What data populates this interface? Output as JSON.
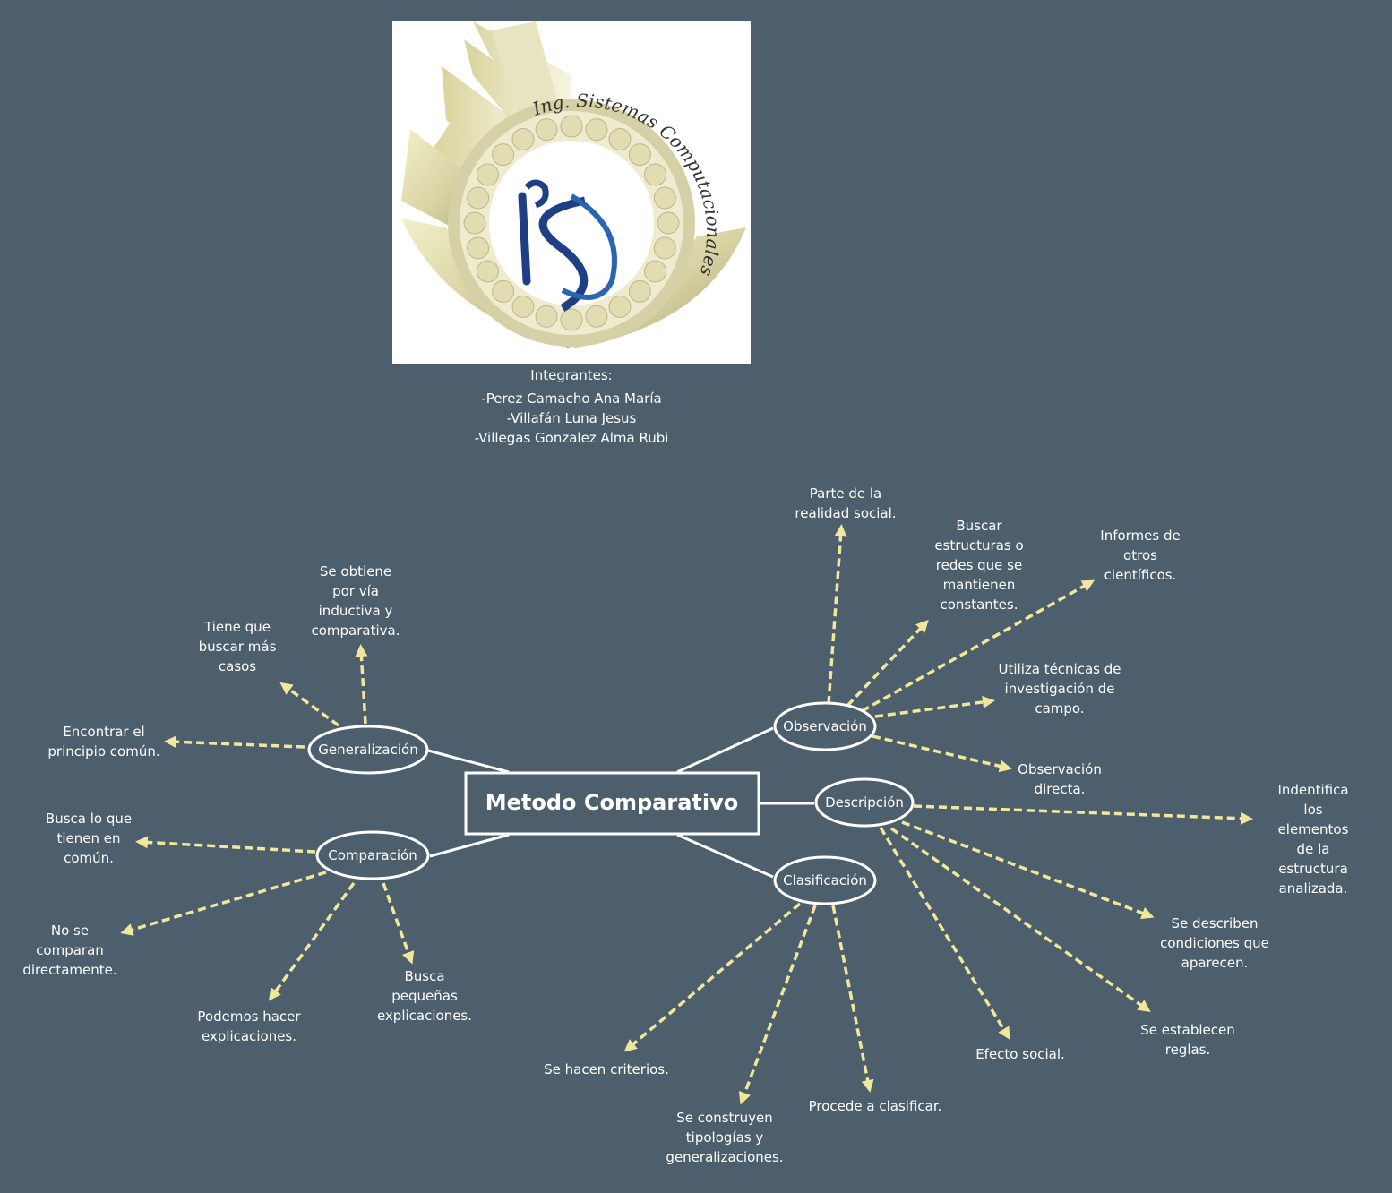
{
  "logo": {
    "text": "Ing. Sistemas Computacionales",
    "name": "isc-logo"
  },
  "credits": {
    "heading": "Integrantes:",
    "members": [
      "-Perez Camacho Ana María",
      "-Villafán Luna Jesus",
      "-Villegas Gonzalez Alma Rubi"
    ]
  },
  "colors": {
    "background": "#4d5e6c",
    "arrow": "#efe79a",
    "line": "#ffffff"
  },
  "root": {
    "label": "Metodo Comparativo"
  },
  "branches": [
    {
      "id": "generalizacion",
      "label": "Generalización",
      "leaves": [
        "Encontrar el\nprincipio común.",
        "Tiene que\nbuscar más\ncasos",
        "Se obtiene\npor vía\ninductiva y\ncomparativa."
      ]
    },
    {
      "id": "comparacion",
      "label": "Comparación",
      "leaves": [
        "Busca lo que\ntienen en\ncomún.",
        "No se\ncomparan\ndirectamente.",
        "Podemos hacer\nexplicaciones.",
        "Busca\npequeñas\nexplicaciones."
      ]
    },
    {
      "id": "observacion",
      "label": "Observación",
      "leaves": [
        "Parte de la\nrealidad social.",
        "Buscar\nestructuras o\nredes que se\nmantienen\nconstantes.",
        "Informes de\notros\ncientíficos.",
        "Utiliza técnicas de\ninvestigación de\ncampo.",
        "Observación\ndirecta."
      ]
    },
    {
      "id": "descripcion",
      "label": "Descripción",
      "leaves": [
        "Indentifica los\nelementos de la\nestructura\nanalizada.",
        "Se describen\ncondiciones que\naparecen.",
        "Se establecen\nreglas.",
        "Efecto social."
      ]
    },
    {
      "id": "clasificacion",
      "label": "Clasificación",
      "leaves": [
        "Se hacen criterios.",
        "Se construyen\ntipologías y\ngeneralizaciones.",
        "Procede a clasificar."
      ]
    }
  ]
}
